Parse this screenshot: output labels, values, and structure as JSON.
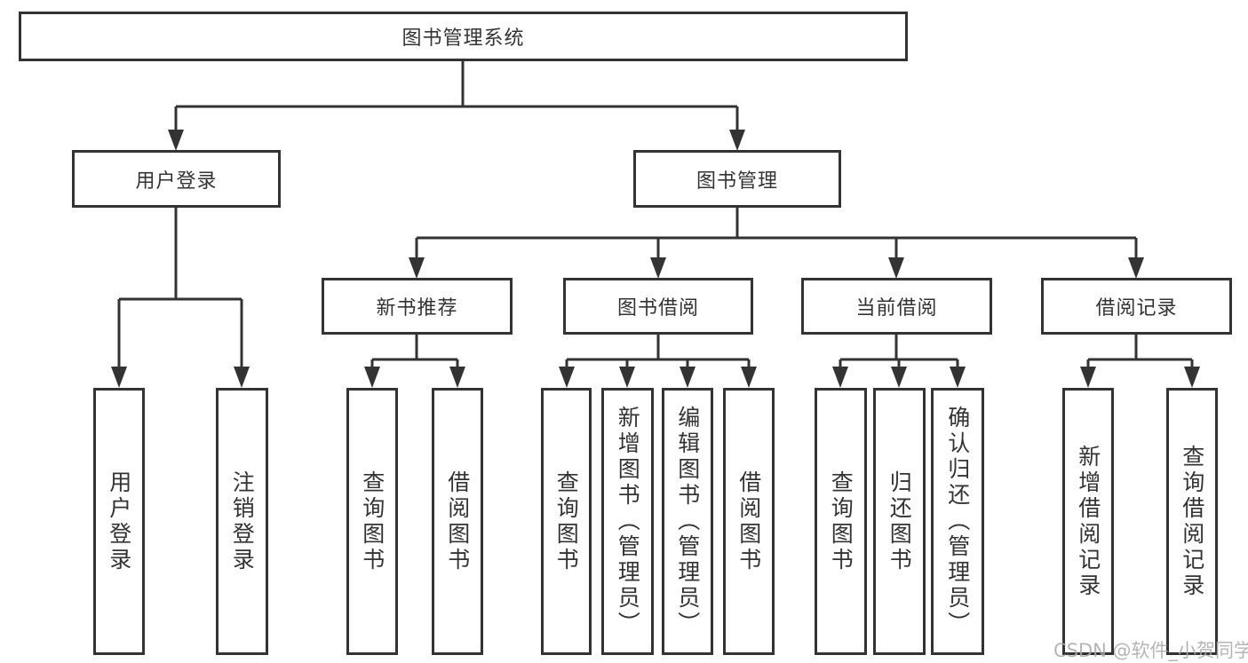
{
  "tree": {
    "root": {
      "label": "图书管理系统",
      "children": [
        {
          "label": "用户登录",
          "children": [
            {
              "label": "用户登录"
            },
            {
              "label": "注销登录"
            }
          ]
        },
        {
          "label": "图书管理",
          "children": [
            {
              "label": "新书推荐",
              "children": [
                {
                  "label": "查询图书"
                },
                {
                  "label": "借阅图书"
                }
              ]
            },
            {
              "label": "图书借阅",
              "children": [
                {
                  "label": "查询图书"
                },
                {
                  "label": "新增图书（管理员）"
                },
                {
                  "label": "编辑图书（管理员）"
                },
                {
                  "label": "借阅图书"
                }
              ]
            },
            {
              "label": "当前借阅",
              "children": [
                {
                  "label": "查询图书"
                },
                {
                  "label": "归还图书"
                },
                {
                  "label": "确认归还（管理员）"
                }
              ]
            },
            {
              "label": "借阅记录",
              "children": [
                {
                  "label": "新增借阅记录"
                },
                {
                  "label": "查询借阅记录"
                }
              ]
            }
          ]
        }
      ]
    }
  },
  "watermark": "CSDN @软件_小贺同学",
  "colors": {
    "line": "#333333",
    "text": "#333333",
    "box_background": "#ffffff",
    "watermark": "#ababab",
    "page_background": "#ffffff"
  }
}
